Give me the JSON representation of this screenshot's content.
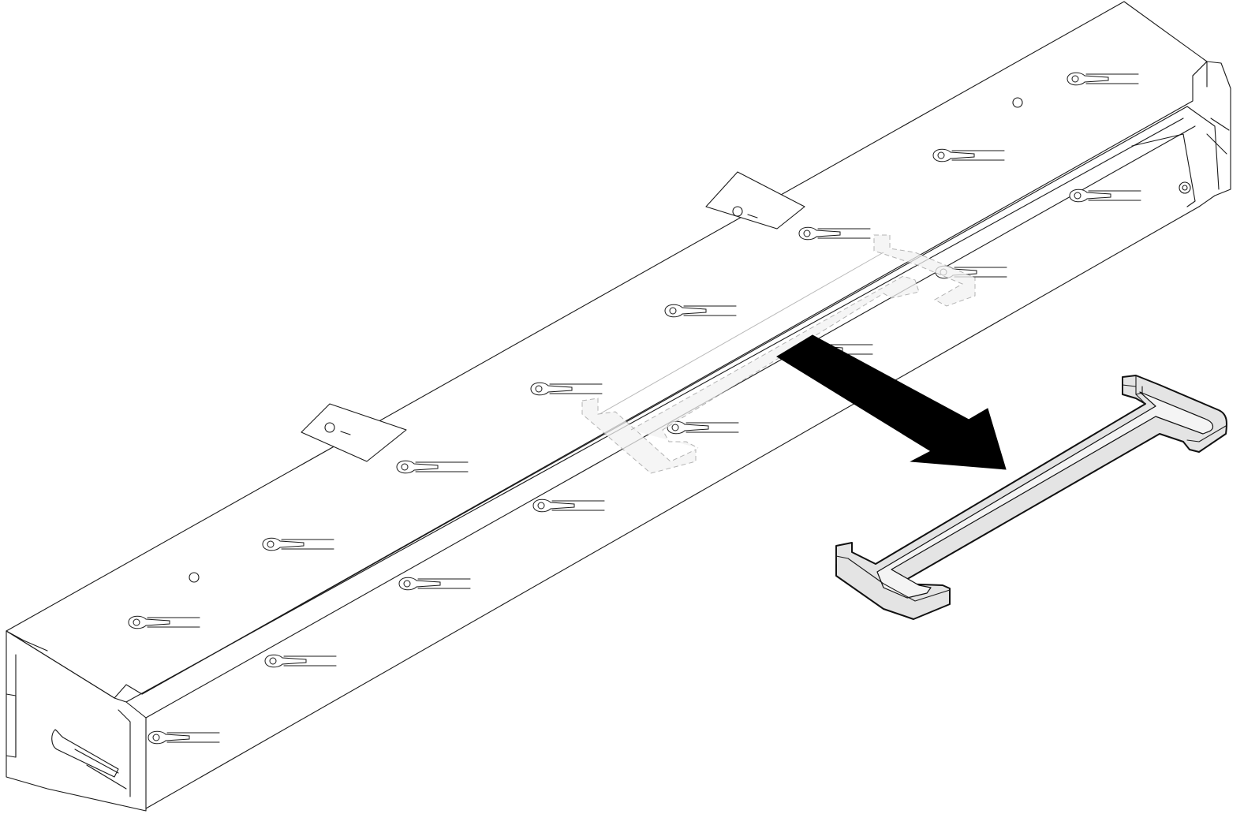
{
  "diagram": {
    "kind": "assembly-removal-illustration",
    "components": {
      "cage": {
        "icon": "cable-tray-cage",
        "style": "line-art"
      },
      "bracket": {
        "icon": "t-shaped-cable-bracket",
        "fill": "#e4e4e4"
      },
      "ghost_bracket": {
        "icon": "bracket-original-position",
        "fill": "#f2f2f2"
      },
      "arrow": {
        "icon": "removal-arrow",
        "fill": "#000000",
        "direction": "down-right"
      }
    },
    "colors": {
      "background": "#ffffff",
      "line": "#1a1a1a",
      "part_fill": "#e4e4e4",
      "arrow": "#000000"
    }
  }
}
